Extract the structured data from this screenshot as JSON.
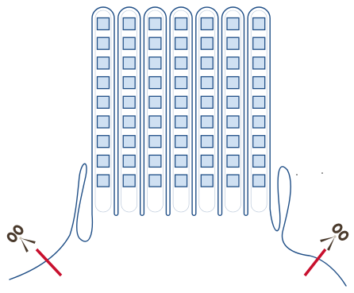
{
  "diagram": {
    "grid": {
      "columns": 7,
      "rows": 9
    },
    "colors": {
      "background": "#ffffff",
      "thread": "#1f4e86",
      "cell_fill": "#cfe0f2",
      "cell_stroke": "#1f4e86",
      "cut_mark": "#c8102e",
      "scissors": "#4a3a2c"
    },
    "icons": {
      "left_tool": "scissors-icon",
      "right_tool": "scissors-icon",
      "left_cut": "cut-mark",
      "right_cut": "cut-mark"
    }
  }
}
